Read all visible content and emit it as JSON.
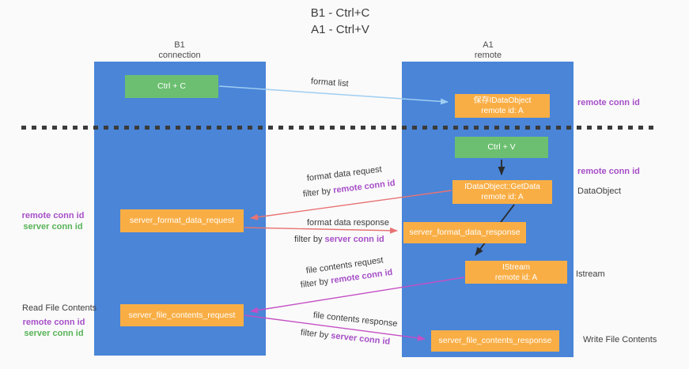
{
  "title": {
    "line1": "B1 - Ctrl+C",
    "line2": "A1 - Ctrl+V"
  },
  "columns": {
    "left": {
      "name": "B1",
      "role": "connection"
    },
    "right": {
      "name": "A1",
      "role": "remote"
    }
  },
  "boxes": {
    "ctrl_c": "Ctrl + C",
    "ctrl_v": "Ctrl + V",
    "save_idataobject": {
      "line1": "保存IDataObject",
      "line2": "remote id: A"
    },
    "getdata": {
      "line1": "IDataObject::GetData",
      "line2": "remote id: A"
    },
    "istream": {
      "line1": "IStream",
      "line2": "remote id: A"
    },
    "format_request": "server_format_data_request",
    "format_response": "server_format_data_response",
    "file_request": "server_file_contents_request",
    "file_response": "server_file_contents_response"
  },
  "arrow_labels": {
    "format_list": "format list",
    "format_data_request": "format data request",
    "format_data_response": "format data response",
    "file_contents_request": "file contents request",
    "file_contents_response": "file contents response",
    "filter_by": "filter by",
    "remote_conn_id": "remote conn id",
    "server_conn_id": "server conn id"
  },
  "side_labels": {
    "remote_conn_id": "remote conn id",
    "server_conn_id": "server conn id",
    "dataobject": "DataObject",
    "istream": "Istream",
    "read_file_contents": "Read File Contents",
    "write_file_contents": "Write File Contents"
  },
  "colors": {
    "lifeline_blue": "#4a85d8",
    "box_green": "#6cbf70",
    "box_orange": "#f9ae45",
    "purple_text": "#a64fc8",
    "green_text": "#57b357",
    "arrow_lightblue": "#9fcef2",
    "arrow_salmon": "#e87373",
    "arrow_magenta": "#c44fc4",
    "arrow_black": "#2b2b2b",
    "dashed_line": "#3b3b3b"
  }
}
